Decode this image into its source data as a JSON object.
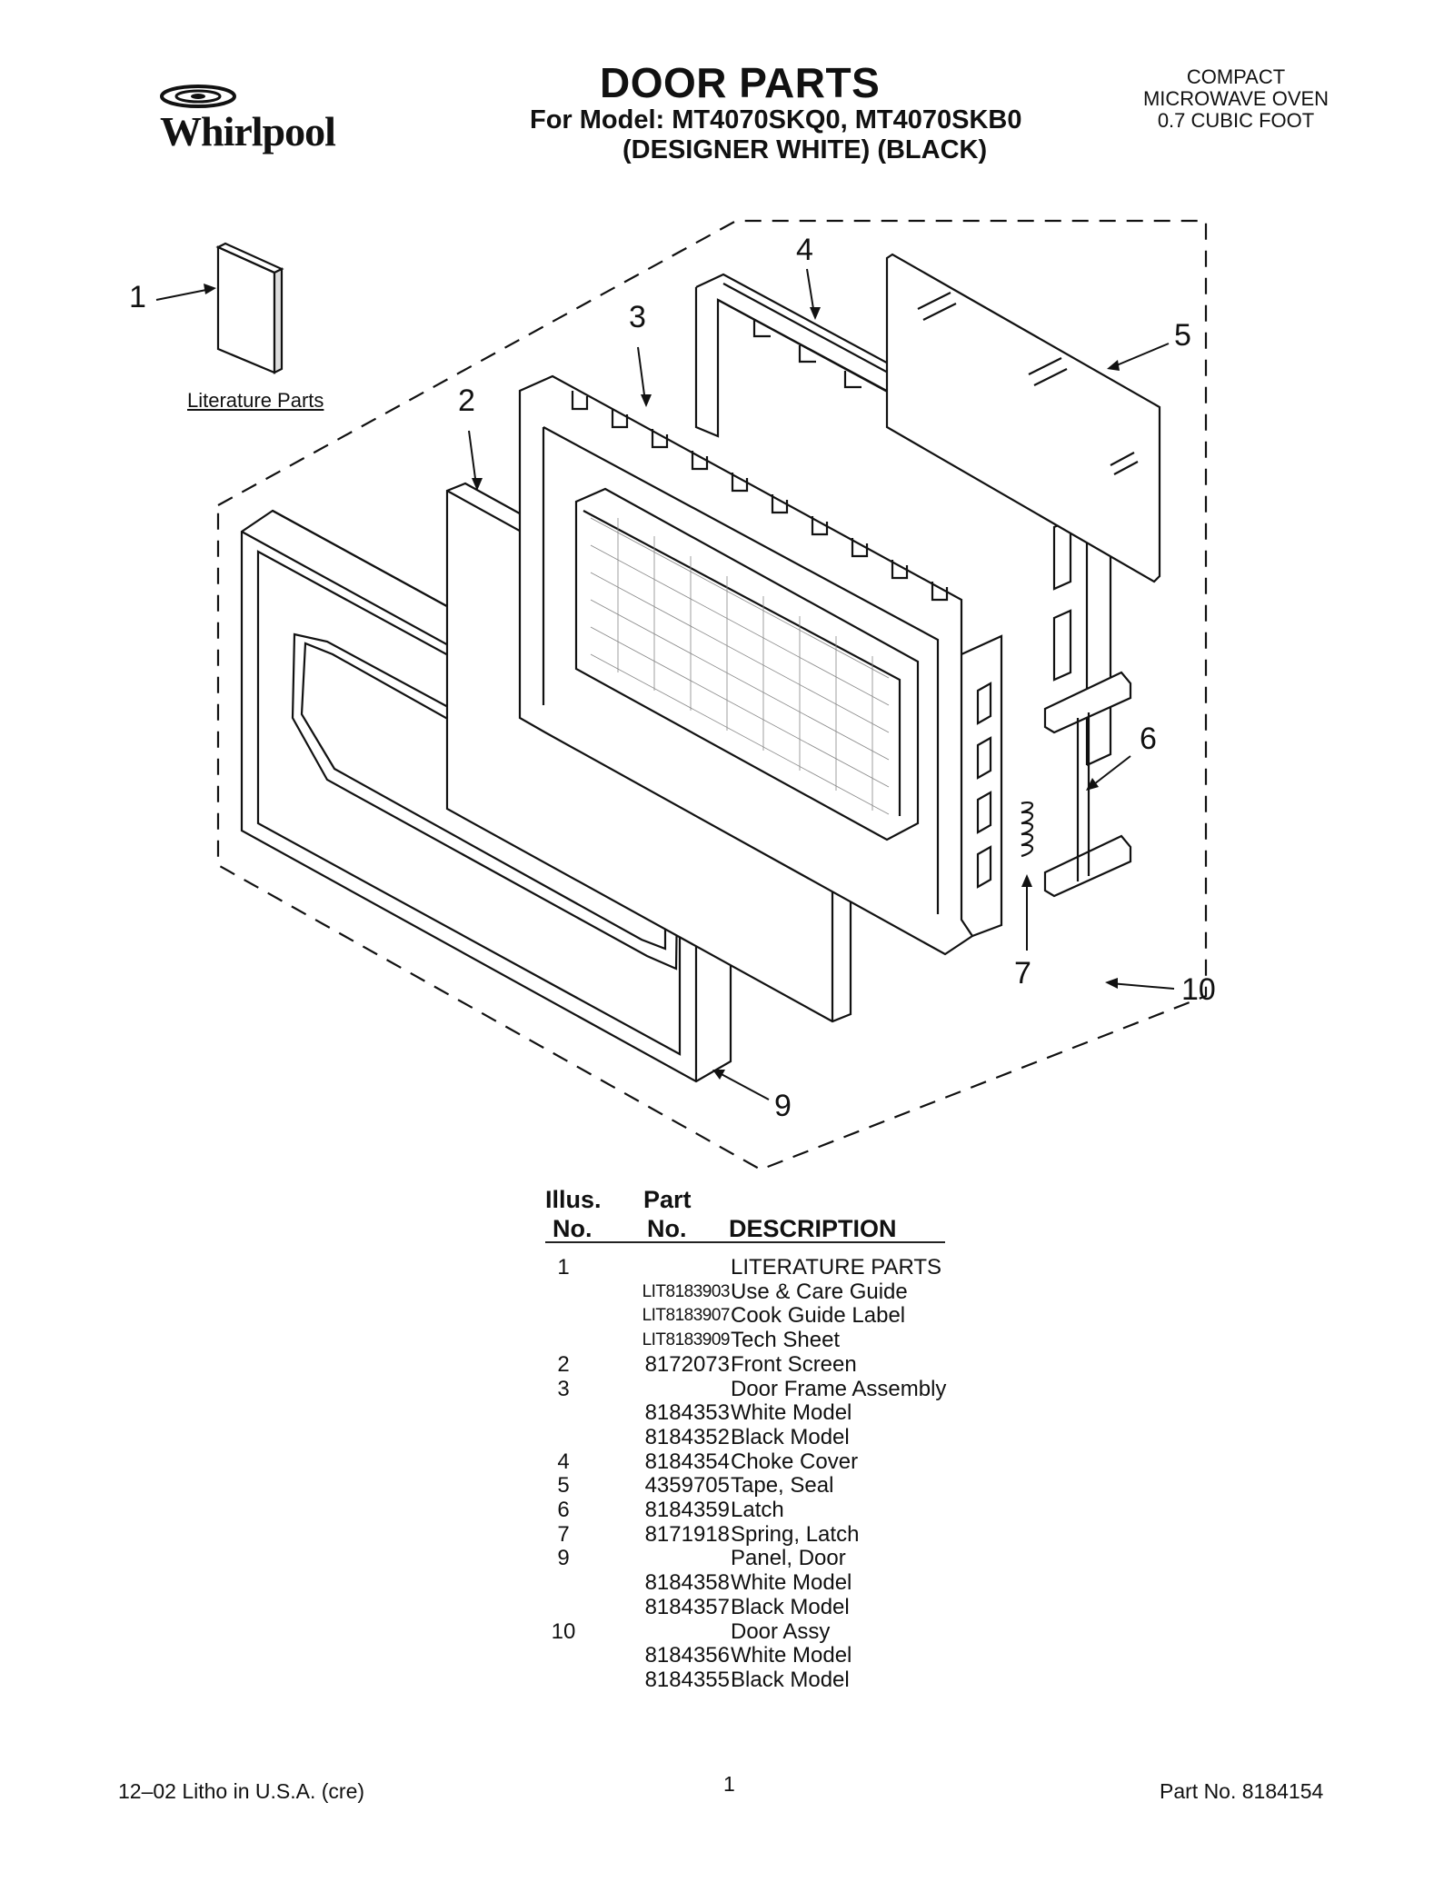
{
  "header": {
    "logo_text": "Whirlpool",
    "title": "DOOR PARTS",
    "model_line1": "For Model: MT4070SKQ0, MT4070SKB0",
    "model_line2": "(DESIGNER WHITE) (BLACK)",
    "product_lines": [
      "COMPACT",
      "MICROWAVE OVEN",
      "0.7 CUBIC FOOT"
    ]
  },
  "diagram": {
    "callouts": [
      "1",
      "2",
      "3",
      "4",
      "5",
      "6",
      "7",
      "9",
      "10"
    ],
    "literature_caption": "Literature Parts"
  },
  "table": {
    "headers": {
      "illus_top": "Illus.",
      "illus_bottom": "No.",
      "part_top": "Part",
      "part_bottom": "No.",
      "description": "DESCRIPTION"
    },
    "rows": [
      {
        "illus": "1",
        "part": "",
        "desc": "LITERATURE PARTS"
      },
      {
        "illus": "",
        "part": "LIT8183903",
        "desc": "Use & Care Guide"
      },
      {
        "illus": "",
        "part": "LIT8183907",
        "desc": "Cook Guide Label"
      },
      {
        "illus": "",
        "part": "LIT8183909",
        "desc": "Tech Sheet"
      },
      {
        "illus": "2",
        "part": "8172073",
        "desc": "Front Screen"
      },
      {
        "illus": "3",
        "part": "",
        "desc": "Door Frame Assembly"
      },
      {
        "illus": "",
        "part": "8184353",
        "desc": "White Model"
      },
      {
        "illus": "",
        "part": "8184352",
        "desc": "Black Model"
      },
      {
        "illus": "4",
        "part": "8184354",
        "desc": "Choke Cover"
      },
      {
        "illus": "5",
        "part": "4359705",
        "desc": "Tape, Seal"
      },
      {
        "illus": "6",
        "part": "8184359",
        "desc": "Latch"
      },
      {
        "illus": "7",
        "part": "8171918",
        "desc": "Spring, Latch"
      },
      {
        "illus": "9",
        "part": "",
        "desc": "Panel, Door"
      },
      {
        "illus": "",
        "part": "8184358",
        "desc": "White Model"
      },
      {
        "illus": "",
        "part": "8184357",
        "desc": "Black Model"
      },
      {
        "illus": "10",
        "part": "",
        "desc": "Door Assy"
      },
      {
        "illus": "",
        "part": "8184356",
        "desc": "White Model"
      },
      {
        "illus": "",
        "part": "8184355",
        "desc": "Black Model"
      }
    ]
  },
  "footer": {
    "left": "12–02 Litho in U.S.A. (cre)",
    "page": "1",
    "right": "Part No. 8184154"
  }
}
